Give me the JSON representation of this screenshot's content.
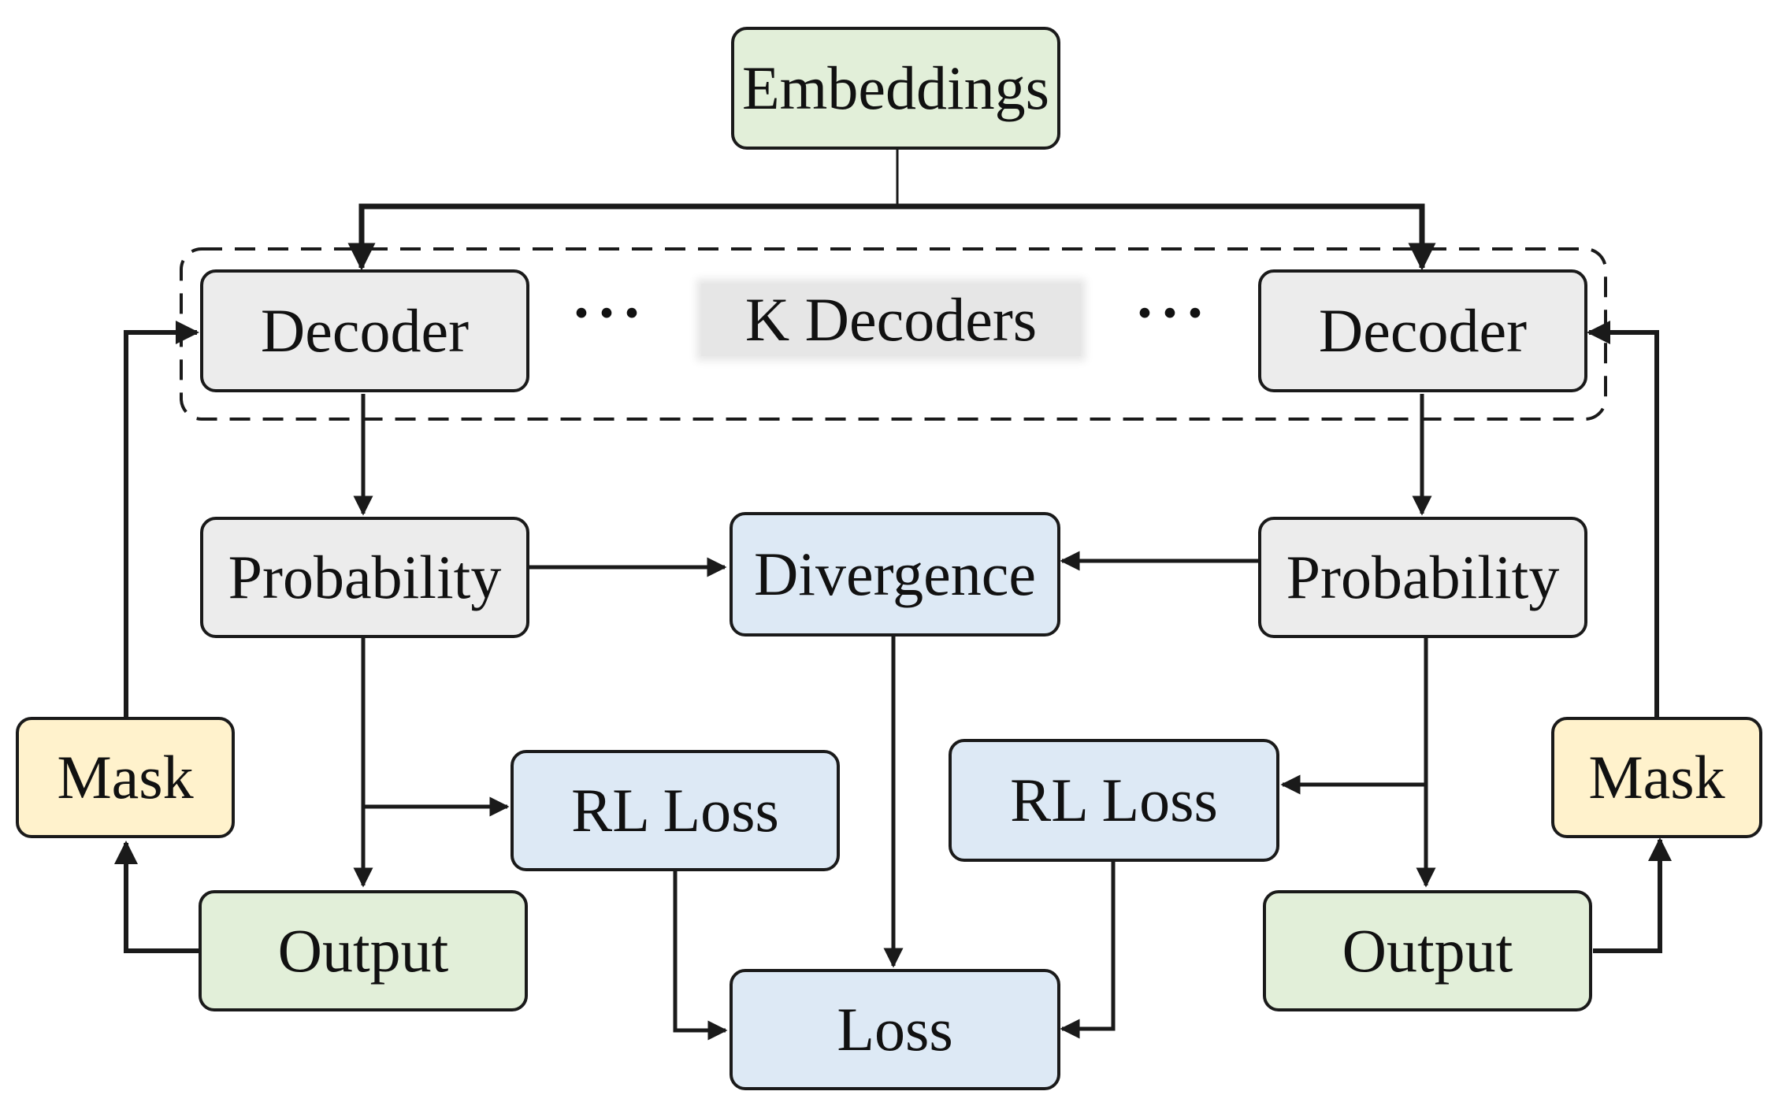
{
  "nodes": {
    "embeddings": "Embeddings",
    "decoder_left": "Decoder",
    "decoder_right": "Decoder",
    "group_label": "K Decoders",
    "ellipsis": "···",
    "probability_left": "Probability",
    "probability_right": "Probability",
    "divergence": "Divergence",
    "rl_loss_left": "RL Loss",
    "rl_loss_right": "RL Loss",
    "loss": "Loss",
    "mask_left": "Mask",
    "mask_right": "Mask",
    "output_left": "Output",
    "output_right": "Output"
  },
  "colors": {
    "stroke": "#1a1a1a",
    "green": "#e2efd9",
    "gray": "#ececec",
    "blue": "#dde9f5",
    "yellow": "#fff2cc"
  }
}
